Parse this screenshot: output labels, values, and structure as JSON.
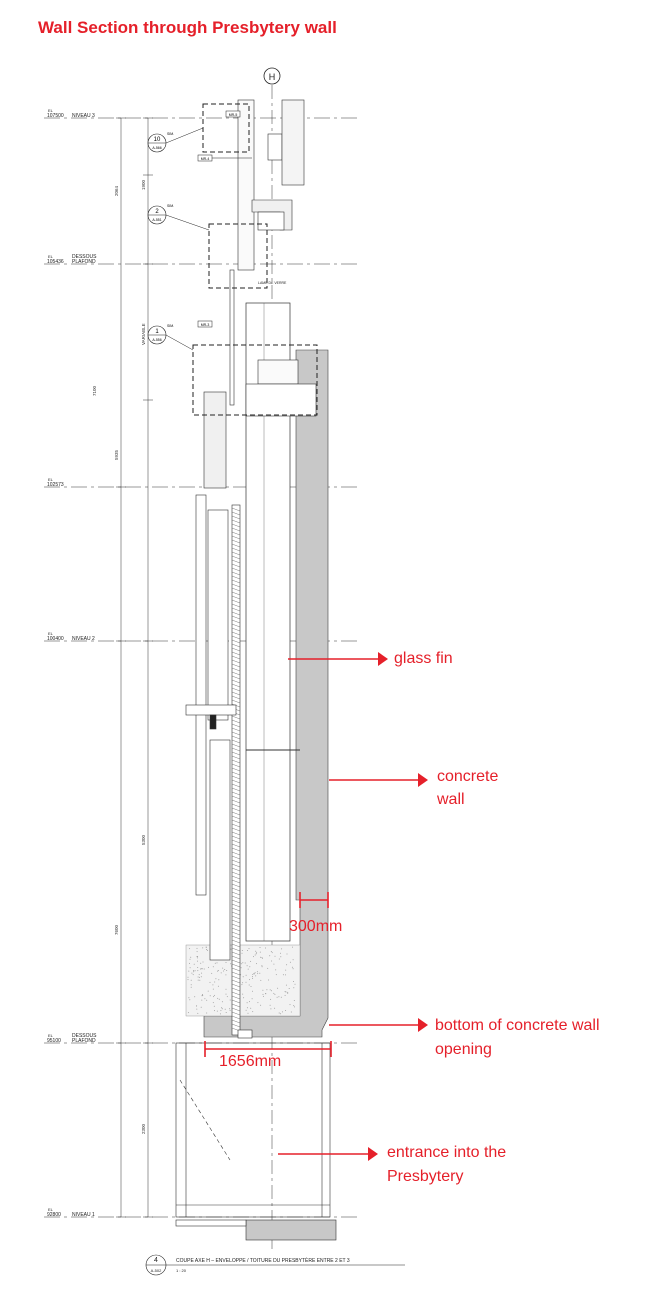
{
  "title": "Wall Section through Presbytery wall",
  "grid_marker": "H",
  "levels": [
    {
      "el": "EL",
      "value": "107500",
      "name": "NIVEAU 3",
      "name2": ""
    },
    {
      "el": "EL",
      "value": "105436",
      "name": "DESSOUS",
      "name2": "PLAFOND"
    },
    {
      "el": "EL",
      "value": "102573",
      "name": "",
      "name2": ""
    },
    {
      "el": "EL",
      "value": "100400",
      "name": "NIVEAU 2",
      "name2": ""
    },
    {
      "el": "EL",
      "value": "95100",
      "name": "DESSOUS",
      "name2": "PLAFOND"
    },
    {
      "el": "EL",
      "value": "92800",
      "name": "NIVEAU 1",
      "name2": ""
    }
  ],
  "detail_callouts": [
    {
      "num": "10",
      "sheet": "A-566",
      "sim": "SIM."
    },
    {
      "num": "2",
      "sheet": "A-551",
      "sim": "SIM."
    },
    {
      "num": "1",
      "sheet": "A-556",
      "sim": "SIM."
    }
  ],
  "tags": [
    "MR-5",
    "MR-4",
    "MR-3"
  ],
  "dimensions": [
    "2064",
    "1900",
    "VARIABLE",
    "7100",
    "5935",
    "5300",
    "7600",
    "2300"
  ],
  "small_note": "LAME DE VERRE",
  "annotations": {
    "glass_fin": "glass fin",
    "concrete_wall_1": "concrete",
    "concrete_wall_2": "wall",
    "dim_300": "300mm",
    "bottom_1": "bottom of concrete wall",
    "bottom_2": "opening",
    "dim_1656": "1656mm",
    "entrance_1": "entrance into the",
    "entrance_2": "Presbytery"
  },
  "caption": {
    "num": "4",
    "sheet": "A-502",
    "title": "COUPE AXE H – ENVELOPPE / TOITURE DU PRESBYTÈRE ENTRE 2 ET 3",
    "scale": "1 : 20"
  },
  "colors": {
    "accent": "#e5202a",
    "concrete": "#c8c8c8",
    "line": "#222222"
  }
}
